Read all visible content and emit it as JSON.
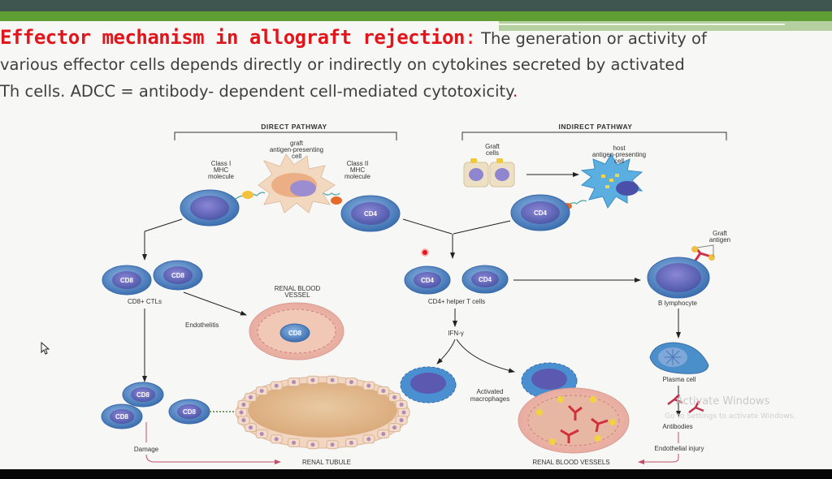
{
  "slide": {
    "title": "Effector mechanism in allograft rejection",
    "title_colon": ":",
    "line1_rest": " The generation or activity of",
    "line2": "various effector cells depends  directly or indirectly on cytokines secreted by activated",
    "line3": "Th cells. ADCC =   antibody- dependent cell-mediated cytotoxicity",
    "line3_period": "."
  },
  "colors": {
    "title": "#e0161c",
    "top_bar": "#3f5650",
    "accent_green": "#5f9e32",
    "cell_blue": "#4d84c2",
    "nucleus_purple": "#7a6bb8",
    "arrow_red": "#c0506a"
  },
  "diagram": {
    "direct_pathway": "DIRECT PATHWAY",
    "indirect_pathway": "INDIRECT PATHWAY",
    "graft_apc": [
      "graft",
      "antigen-presenting",
      "cell"
    ],
    "class1": [
      "Class I",
      "MHC",
      "molecule"
    ],
    "class2": [
      "Class II",
      "MHC",
      "molecule"
    ],
    "graft_cells": [
      "Graft",
      "cells"
    ],
    "host_apc": [
      "host",
      "antigen-presenting",
      "cell"
    ],
    "graft_antigen": [
      "Graft",
      "antigen"
    ],
    "cd4": "CD4",
    "cd8": "CD8",
    "cd8_ctls": "CD8+ CTLs",
    "renal_blood_vessel": [
      "RENAL BLOOD",
      "VESSEL"
    ],
    "endothelitis": "Endothelitis",
    "cd4_helper": "CD4+ helper T cells",
    "b_lymphocyte": "B lymphocyte",
    "ifn": "IFN-γ",
    "plasma_cell": "Plasma cell",
    "activated_macrophages": [
      "Activated",
      "macrophages"
    ],
    "antibodies": "Antibodies",
    "endothelial_injury": "Endothelial injury",
    "damage": "Damage",
    "renal_tubule": "RENAL TUBULE",
    "renal_blood_vessels": "RENAL BLOOD VESSELS"
  },
  "watermark": {
    "line1": "Activate Windows",
    "line2": "Go to Settings to activate Windows."
  }
}
